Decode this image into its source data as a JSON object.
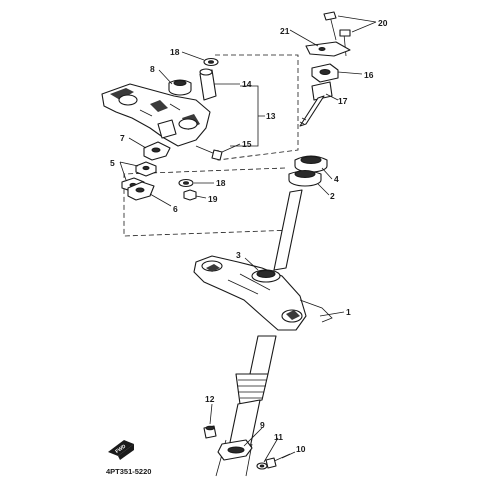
{
  "diagram": {
    "callouts": {
      "c1": "1",
      "c2": "2",
      "c3": "3",
      "c4": "4",
      "c5": "5",
      "c6": "6",
      "c7": "7",
      "c8": "8",
      "c9": "9",
      "c10": "10",
      "c11": "11",
      "c12": "12",
      "c13": "13",
      "c14": "14",
      "c15": "15",
      "c16": "16",
      "c17": "17",
      "c18a": "18",
      "c18b": "18",
      "c19": "19",
      "c20": "20",
      "c21": "21"
    },
    "fwd_label": "FWD",
    "drawing_code": "4PT351-5220"
  }
}
